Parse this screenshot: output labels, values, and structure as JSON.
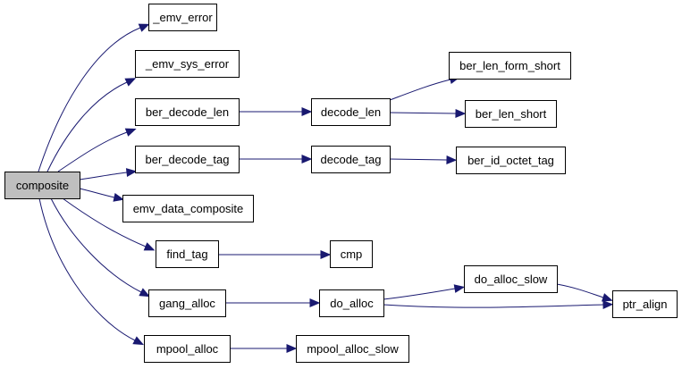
{
  "colors": {
    "edge": "#191970",
    "root_fill": "#bfbfbf",
    "node_fill": "#ffffff",
    "node_stroke": "#000000"
  },
  "nodes": [
    {
      "id": "composite",
      "label": "composite",
      "root": true
    },
    {
      "id": "emv_error",
      "label": "_emv_error"
    },
    {
      "id": "emv_sys_error",
      "label": "_emv_sys_error"
    },
    {
      "id": "ber_decode_len",
      "label": "ber_decode_len"
    },
    {
      "id": "ber_decode_tag",
      "label": "ber_decode_tag"
    },
    {
      "id": "emv_data_composite",
      "label": "emv_data_composite"
    },
    {
      "id": "find_tag",
      "label": "find_tag"
    },
    {
      "id": "gang_alloc",
      "label": "gang_alloc"
    },
    {
      "id": "mpool_alloc",
      "label": "mpool_alloc"
    },
    {
      "id": "decode_len",
      "label": "decode_len"
    },
    {
      "id": "decode_tag",
      "label": "decode_tag"
    },
    {
      "id": "cmp",
      "label": "cmp"
    },
    {
      "id": "do_alloc",
      "label": "do_alloc"
    },
    {
      "id": "mpool_alloc_slow",
      "label": "mpool_alloc_slow"
    },
    {
      "id": "ber_len_form_short",
      "label": "ber_len_form_short"
    },
    {
      "id": "ber_len_short",
      "label": "ber_len_short"
    },
    {
      "id": "ber_id_octet_tag",
      "label": "ber_id_octet_tag"
    },
    {
      "id": "do_alloc_slow",
      "label": "do_alloc_slow"
    },
    {
      "id": "ptr_align",
      "label": "ptr_align"
    }
  ],
  "edges": [
    {
      "from": "composite",
      "to": "emv_error"
    },
    {
      "from": "composite",
      "to": "emv_sys_error"
    },
    {
      "from": "composite",
      "to": "ber_decode_len"
    },
    {
      "from": "composite",
      "to": "ber_decode_tag"
    },
    {
      "from": "composite",
      "to": "emv_data_composite"
    },
    {
      "from": "composite",
      "to": "find_tag"
    },
    {
      "from": "composite",
      "to": "gang_alloc"
    },
    {
      "from": "composite",
      "to": "mpool_alloc"
    },
    {
      "from": "ber_decode_len",
      "to": "decode_len"
    },
    {
      "from": "decode_len",
      "to": "ber_len_form_short"
    },
    {
      "from": "decode_len",
      "to": "ber_len_short"
    },
    {
      "from": "ber_decode_tag",
      "to": "decode_tag"
    },
    {
      "from": "decode_tag",
      "to": "ber_id_octet_tag"
    },
    {
      "from": "find_tag",
      "to": "cmp"
    },
    {
      "from": "gang_alloc",
      "to": "do_alloc"
    },
    {
      "from": "do_alloc",
      "to": "do_alloc_slow"
    },
    {
      "from": "do_alloc",
      "to": "ptr_align"
    },
    {
      "from": "do_alloc_slow",
      "to": "ptr_align"
    },
    {
      "from": "mpool_alloc",
      "to": "mpool_alloc_slow"
    }
  ]
}
